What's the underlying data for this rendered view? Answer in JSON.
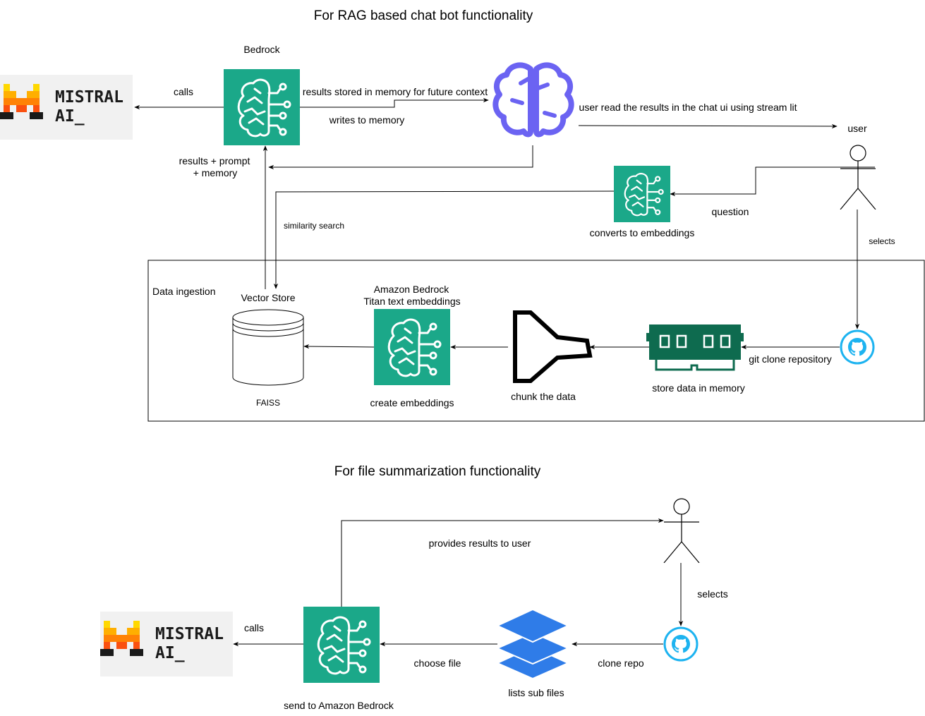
{
  "titles": {
    "rag": "For RAG based chat bot functionality",
    "summarization": "For file summarization functionality"
  },
  "rag": {
    "bedrock_label": "Bedrock",
    "calls_label": "calls",
    "results_stored_label": "results stored in memory for future context",
    "writes_memory_label": "writes to memory",
    "user_read_label": "user read the results in the chat ui using stream lit",
    "user_label": "user",
    "results_prompt_label_1": "results + prompt",
    "results_prompt_label_2": "+ memory",
    "question_label": "question",
    "converts_label": "converts to embeddings",
    "similarity_label": "similarity search",
    "selects_label": "selects",
    "data_ingestion_label": "Data ingestion",
    "vector_store_label": "Vector Store",
    "faiss_label": "FAISS",
    "titan_label_1": "Amazon Bedrock",
    "titan_label_2": "Titan text embeddings",
    "create_embeddings_label": "create embeddings",
    "chunk_label": "chunk the data",
    "store_memory_label": "store data in memory",
    "git_clone_label": "git clone repository"
  },
  "summ": {
    "provides_label": "provides results to user",
    "selects_label": "selects",
    "calls_label": "calls",
    "choose_file_label": "choose file",
    "clone_repo_label": "clone repo",
    "lists_label": "lists sub files",
    "send_label": "send to Amazon Bedrock"
  },
  "logo": {
    "line1": "MISTRAL",
    "line2": "AI_"
  },
  "colors": {
    "bedrock": "#1BA889",
    "brain": "#6B63F2",
    "github": "#1DB3F0",
    "ram": "#0E6B4F",
    "layers": "#2F7CE8",
    "logo_bg": "#F1F1F1"
  }
}
